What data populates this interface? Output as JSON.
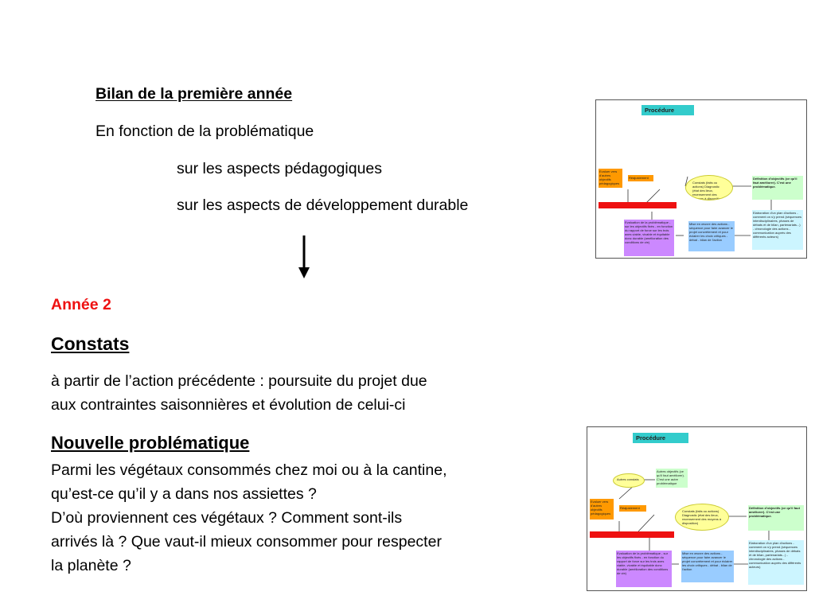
{
  "bilan": {
    "title": "Bilan de la première année",
    "line1": "En fonction de la problématique",
    "line2": "sur les aspects pédagogiques",
    "line3": "sur les aspects de développement durable"
  },
  "annee": "Année 2",
  "constats": {
    "heading": "Constats",
    "line1": "à partir de l’action précédente : poursuite du projet due",
    "line2": "aux contraintes saisonnières et évolution de celui-ci"
  },
  "nouvelle": {
    "heading": "Nouvelle problématique",
    "line1": "Parmi les végétaux consommés chez moi ou à la cantine,",
    "line2": "qu’est-ce qu’il y a dans nos assiettes ?",
    "line3": "D’où proviennent ces végétaux ? Comment sont-ils",
    "line4": "arrivés là ? Que vaut-il mieux consommer pour respecter",
    "line5": "la planète ?"
  },
  "diagram1": {
    "procedure": "Procédure",
    "evaluer": "Evaluer vers d'autres objectifs pédagogiques",
    "reajustement": "Réajustement",
    "constats": "Constats (faits ou actions) Diagnostic (état des lieux, recensement des moyens à disposition)",
    "definition": "Définition d'objectifs (ce qu'il faut améliorer). C'est une problématique.",
    "elaboration": "Elaboration d'un plan d'actions - comment on s'y prend (séquences interdisciplinaires, phases de débats et de bilan, partenariats...) - chronologie des actions - communication auprès des différents acteurs)",
    "mise": "Mise en œuvre des actions - séquence pour faire avancer le projet concrètement et pour éclairer les choix critiques - débat - bilan de l'action",
    "evaluation": "Evaluation de la problématique - sur les objectifs fixés - en fonction du rapport de force sur les trois axes viable, vivable et équitable donc durable (amélioration des conditions de vie)"
  },
  "diagram2": {
    "procedure": "Procédure",
    "autres_constats": "Autres constats",
    "autres_objectifs": "Autres objectifs (ce qu'il faut améliorer). C'est une autre problématique",
    "evaluer": "Evaluer vers d'autres objectifs pédagogiques",
    "reajustement": "Réajustement",
    "constats": "Constats (faits ou actions) Diagnostic (état des lieux, recensement des moyens à disposition)",
    "definition": "Définition d'objectifs (ce qu'il faut améliorer). C'est une problématique.",
    "elaboration": "Elaboration d'un plan d'actions - comment on s'y prend (séquences interdisciplinaires, phases de débats et de bilan, partenariats...) - chronologie des actions - communication auprès des différents acteurs)",
    "mise": "Mise en œuvre des actions - séquence pour faire avancer le projet concrètement et pour éclairer les choix critiques - débat - bilan de l'action",
    "evaluation": "Evaluation de la problématique - sur les objectifs fixés - en fonction du rapport de force sur les trois axes viable, vivable et équitable donc durable (amélioration des conditions de vie)"
  }
}
